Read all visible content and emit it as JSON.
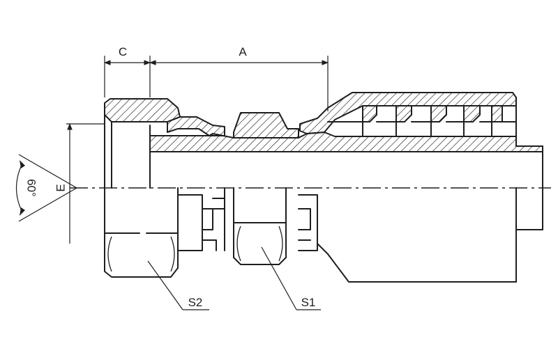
{
  "diagram": {
    "labels": {
      "dim_c": "C",
      "dim_a": "A",
      "dim_e": "E",
      "angle": "60°",
      "hex_s2": "S2",
      "hex_s1": "S1"
    }
  }
}
